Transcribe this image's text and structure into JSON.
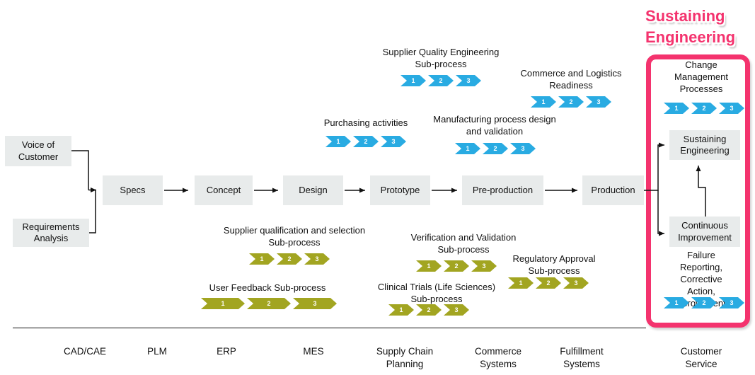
{
  "palette": {
    "chevron_blue": "#29ABE2",
    "chevron_olive": "#A2A521",
    "accent_pink": "#F4336E",
    "box_gray": "#E8EBEB"
  },
  "left_inputs": {
    "voice_of_customer": "Voice of\nCustomer",
    "requirements_analysis": "Requirements\nAnalysis"
  },
  "flow_stages": {
    "specs": "Specs",
    "concept": "Concept",
    "design": "Design",
    "prototype": "Prototype",
    "preproduction": "Pre-production",
    "production": "Production"
  },
  "chevron_steps": [
    "1",
    "2",
    "3"
  ],
  "subprocesses": {
    "supplier_quality": "Supplier Quality Engineering\nSub-process",
    "commerce_logistics": "Commerce and Logistics\nReadiness",
    "purchasing": "Purchasing activities",
    "manufacturing": "Manufacturing process design\nand validation",
    "supplier_qualification": "Supplier qualification and selection\nSub-process",
    "user_feedback": "User Feedback Sub-process",
    "verification": "Verification and Validation\nSub-process",
    "clinical_trials": "Clinical Trials (Life Sciences)\nSub-process",
    "regulatory": "Regulatory Approval\nSub-process"
  },
  "sustaining_section": {
    "title": "Sustaining\nEngineering",
    "change_management": "Change\nManagement\nProcesses",
    "sustaining_box": "Sustaining\nEngineering",
    "continuous_box": "Continuous\nImprovement",
    "failure_reporting": "Failure Reporting,\nCorrective Action,\nImprovements"
  },
  "footer_systems": [
    "CAD/CAE",
    "PLM",
    "ERP",
    "MES",
    "Supply Chain\nPlanning",
    "Commerce\nSystems",
    "Fulfillment\nSystems",
    "Customer\nService"
  ]
}
